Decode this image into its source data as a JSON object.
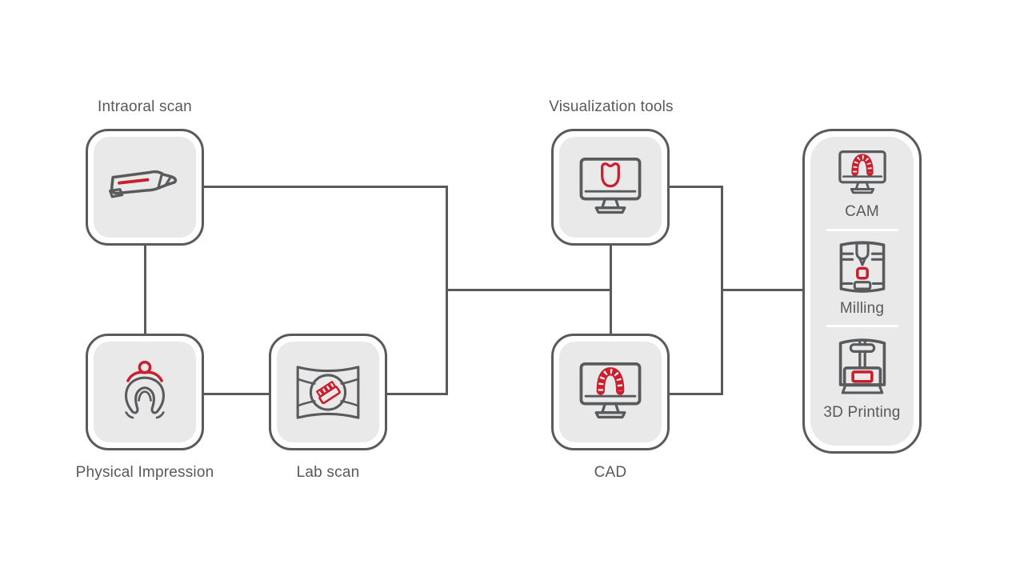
{
  "colors": {
    "background": "#FFFFFF",
    "outline_gray": "#595A5C",
    "text_gray": "#58595B",
    "accent_red": "#C8202E",
    "node_fill": "#E9E9EA",
    "divider_white": "#FFFFFF"
  },
  "nodes": {
    "intraoral": {
      "label": "Intraoral scan"
    },
    "physical_impression": {
      "label": "Physical Impression"
    },
    "lab_scan": {
      "label": "Lab scan"
    },
    "visualization": {
      "label": "Visualization tools"
    },
    "cad": {
      "label": "CAD"
    },
    "cam": {
      "label": "CAM"
    },
    "milling": {
      "label": "Milling"
    },
    "printing_3d": {
      "label": "3D Printing"
    }
  },
  "icons": {
    "intraoral": "intraoral-scanner-icon",
    "physical_impression": "dental-impression-tray-icon",
    "lab_scan": "lab-scanner-icon",
    "visualization": "monitor-tooth-icon",
    "cad": "monitor-dental-arch-icon",
    "cam": "monitor-dental-arch-icon",
    "milling": "milling-machine-icon",
    "printing_3d": "3d-printer-icon"
  },
  "connections": [
    "intraoral → merge-left",
    "lab_scan → merge-left",
    "intraoral → physical_impression",
    "physical_impression → lab_scan",
    "merge-left → visualization/cad",
    "visualization → cad",
    "visualization → merge-right",
    "cad → merge-right",
    "merge-right → output-panel"
  ]
}
